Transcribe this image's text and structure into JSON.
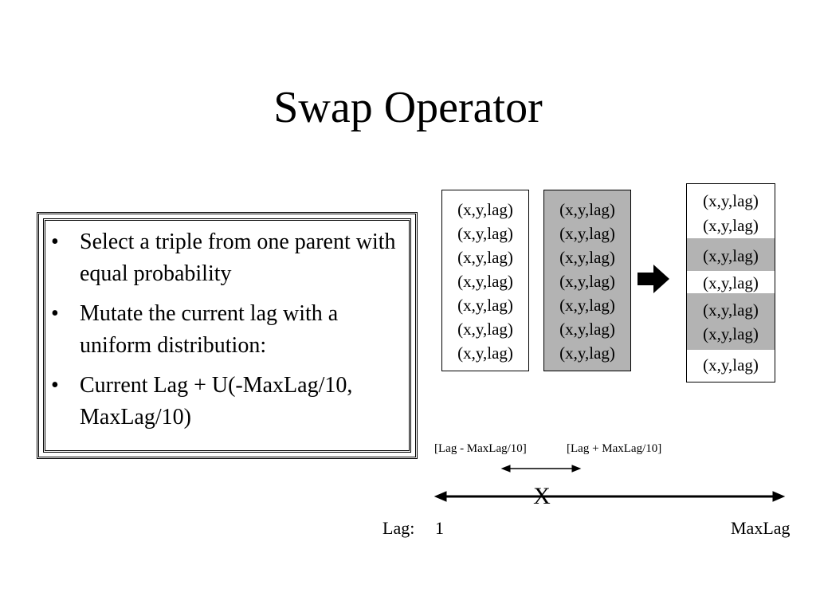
{
  "slide": {
    "title": "Swap Operator"
  },
  "bullets": [
    "Select a triple from one parent with equal probability",
    "Mutate the current lag with a uniform distribution:",
    "Current Lag + U(-MaxLag/10, MaxLag/10)"
  ],
  "parent_a": {
    "cells": [
      "(x,y,lag)",
      "(x,y,lag)",
      "(x,y,lag)",
      "(x,y,lag)",
      "(x,y,lag)",
      "(x,y,lag)",
      "(x,y,lag)"
    ]
  },
  "parent_b": {
    "cells": [
      "(x,y,lag)",
      "(x,y,lag)",
      "(x,y,lag)",
      "(x,y,lag)",
      "(x,y,lag)",
      "(x,y,lag)",
      "(x,y,lag)"
    ]
  },
  "offspring": {
    "cells": [
      "(x,y,lag)",
      "(x,y,lag)",
      "(x,y,lag)",
      "(x,y,lag)",
      "(x,y,lag)",
      "(x,y,lag)",
      "(x,y,lag)"
    ]
  },
  "arrow": {
    "icon": "right-arrow-icon"
  },
  "range": {
    "low_label": "[Lag - MaxLag/10]",
    "high_label": "[Lag + MaxLag/10]"
  },
  "axis": {
    "marker": "X",
    "prefix": "Lag:",
    "min_label": "1",
    "max_label": "MaxLag"
  },
  "colors": {
    "shade": "#b3b3b3",
    "ink": "#000000"
  }
}
